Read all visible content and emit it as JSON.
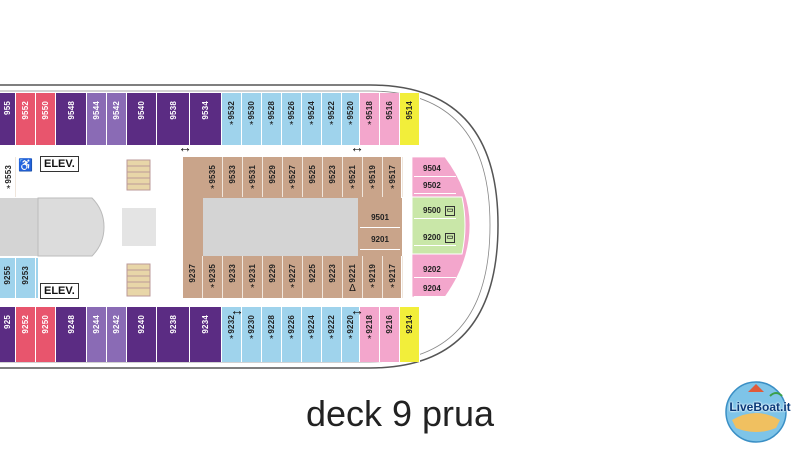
{
  "caption": "deck 9 prua",
  "logo_text": "LiveBoat.it",
  "elevator_label": "ELEV.",
  "colors": {
    "purple": "#5b2c83",
    "pink_red": "#e8556d",
    "lavender": "#8a6bb5",
    "light_blue": "#9fd3ec",
    "pink": "#f3a6cc",
    "yellow": "#f2ee3a",
    "tan": "#c9a48a",
    "green": "#c9e7a8",
    "gray": "#cfcfcf",
    "outline": "#555555"
  },
  "top_row": [
    {
      "num": "9552",
      "color": "pink_red"
    },
    {
      "num": "9550",
      "color": "pink_red"
    },
    {
      "num": "9548",
      "color": "purple"
    },
    {
      "num": "9544",
      "color": "lavender"
    },
    {
      "num": "9542",
      "color": "lavender"
    },
    {
      "num": "9540",
      "color": "purple"
    },
    {
      "num": "9538",
      "color": "purple"
    },
    {
      "num": "9534",
      "color": "purple"
    },
    {
      "num": "9532",
      "color": "light_blue",
      "star": true
    },
    {
      "num": "9530",
      "color": "light_blue",
      "star": true
    },
    {
      "num": "9528",
      "color": "light_blue",
      "star": true
    },
    {
      "num": "9526",
      "color": "light_blue",
      "star": true
    },
    {
      "num": "9524",
      "color": "light_blue",
      "star": true
    },
    {
      "num": "9522",
      "color": "light_blue",
      "star": true
    },
    {
      "num": "9520",
      "color": "light_blue",
      "star": true
    },
    {
      "num": "9518",
      "color": "pink",
      "star": true
    },
    {
      "num": "9516",
      "color": "pink"
    },
    {
      "num": "9514",
      "color": "yellow"
    }
  ],
  "bottom_row": [
    {
      "num": "9252",
      "color": "pink_red"
    },
    {
      "num": "9250",
      "color": "pink_red"
    },
    {
      "num": "9248",
      "color": "purple"
    },
    {
      "num": "9244",
      "color": "lavender"
    },
    {
      "num": "9242",
      "color": "lavender"
    },
    {
      "num": "9240",
      "color": "purple"
    },
    {
      "num": "9238",
      "color": "purple"
    },
    {
      "num": "9234",
      "color": "purple"
    },
    {
      "num": "9232",
      "color": "light_blue",
      "star": true
    },
    {
      "num": "9230",
      "color": "light_blue",
      "star": true
    },
    {
      "num": "9228",
      "color": "light_blue",
      "star": true
    },
    {
      "num": "9226",
      "color": "light_blue",
      "star": true
    },
    {
      "num": "9224",
      "color": "light_blue",
      "star": true
    },
    {
      "num": "9222",
      "color": "light_blue",
      "star": true
    },
    {
      "num": "9220",
      "color": "light_blue",
      "star": true
    },
    {
      "num": "9218",
      "color": "pink",
      "star": true
    },
    {
      "num": "9216",
      "color": "pink"
    },
    {
      "num": "9214",
      "color": "yellow"
    }
  ],
  "inner_top": [
    {
      "num": "9535",
      "star": true
    },
    {
      "num": "9533"
    },
    {
      "num": "9531",
      "star": true
    },
    {
      "num": "9529"
    },
    {
      "num": "9527",
      "star": true
    },
    {
      "num": "9525"
    },
    {
      "num": "9523"
    },
    {
      "num": "9521",
      "star": true
    },
    {
      "num": "9519",
      "star": true
    },
    {
      "num": "9517",
      "star": true
    }
  ],
  "inner_bottom": [
    {
      "num": "9237"
    },
    {
      "num": "9235",
      "star": true
    },
    {
      "num": "9233"
    },
    {
      "num": "9231",
      "star": true
    },
    {
      "num": "9229"
    },
    {
      "num": "9227",
      "star": true
    },
    {
      "num": "9225"
    },
    {
      "num": "9223"
    },
    {
      "num": "9221",
      "mark": "Δ"
    },
    {
      "num": "9219",
      "star": true
    },
    {
      "num": "9217",
      "star": true
    }
  ],
  "center_cabins": [
    "9501",
    "9201"
  ],
  "bow_cabins": [
    {
      "num": "9504",
      "color": "pink"
    },
    {
      "num": "9502",
      "color": "pink"
    },
    {
      "num": "9500",
      "color": "green",
      "icon": "sofa-icon"
    },
    {
      "num": "9200",
      "color": "green",
      "icon": "sofa-icon"
    },
    {
      "num": "9202",
      "color": "pink"
    },
    {
      "num": "9204",
      "color": "pink"
    }
  ],
  "left_cabins": [
    {
      "num": "9553",
      "star": true,
      "icon": "wheelchair-icon"
    },
    {
      "num": "9253"
    },
    {
      "num": "9255"
    }
  ],
  "edge_top": "955",
  "edge_bottom": "925"
}
